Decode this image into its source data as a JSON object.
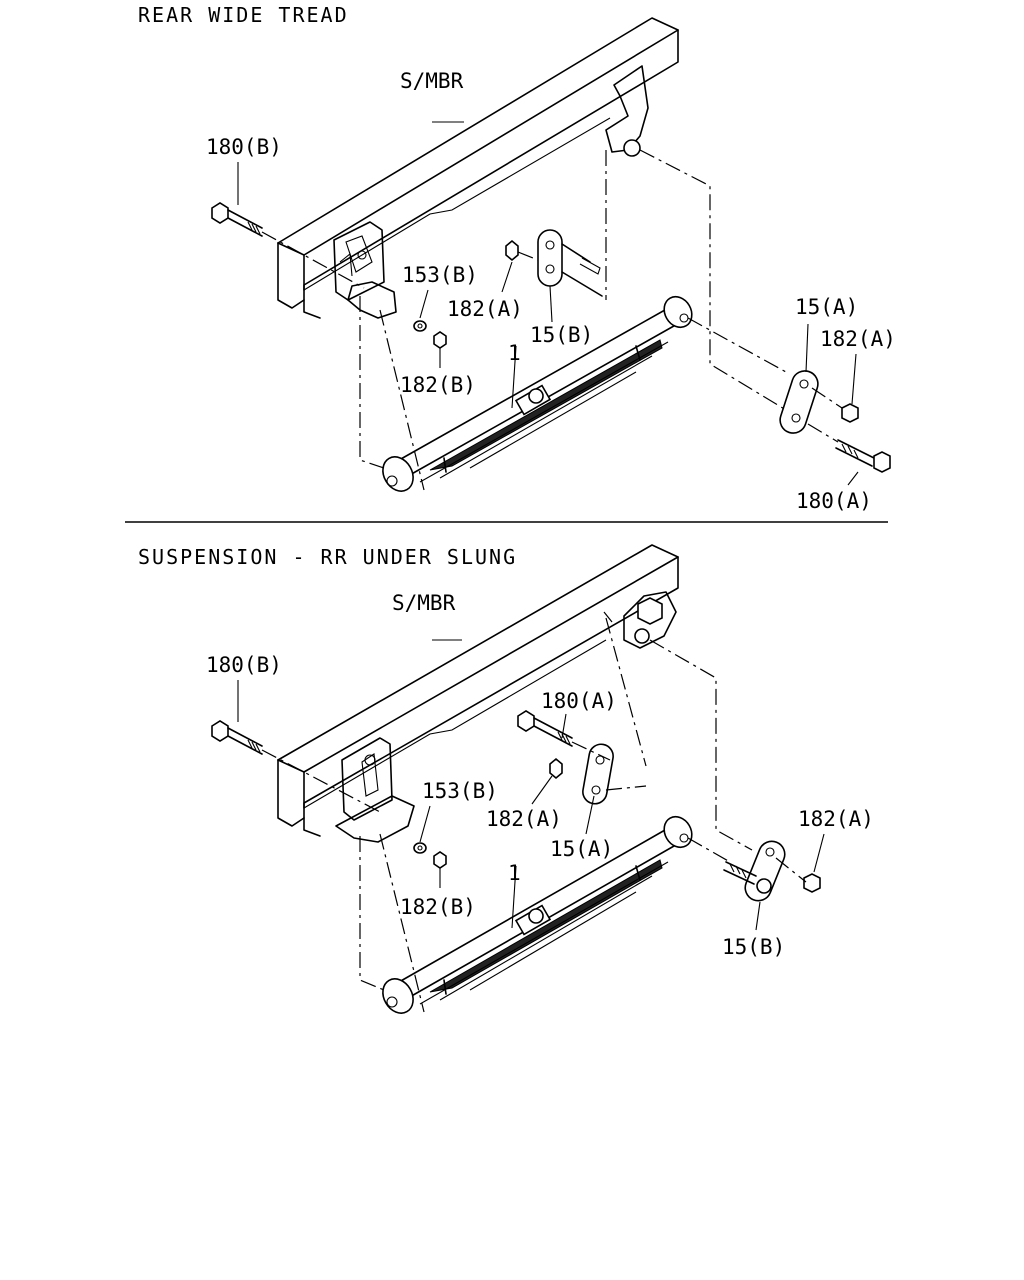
{
  "sections": [
    {
      "title": "REAR WIDE TREAD",
      "labels": {
        "smbr": "S/MBR",
        "bolt_b": "180(B)",
        "washer_153b": "153(B)",
        "nut_182a_upper": "182(A)",
        "plate_15b": "15(B)",
        "nut_182b": "182(B)",
        "spring": "1",
        "plate_15a": "15(A)",
        "nut_182a_right": "182(A)",
        "bolt_a": "180(A)"
      }
    },
    {
      "title": "SUSPENSION - RR UNDER SLUNG",
      "labels": {
        "smbr": "S/MBR",
        "bolt_b": "180(B)",
        "bolt_a": "180(A)",
        "washer_153b": "153(B)",
        "nut_182a_left": "182(A)",
        "plate_15a": "15(A)",
        "nut_182a_right": "182(A)",
        "nut_182b": "182(B)",
        "spring": "1",
        "plate_15b": "15(B)"
      }
    }
  ]
}
